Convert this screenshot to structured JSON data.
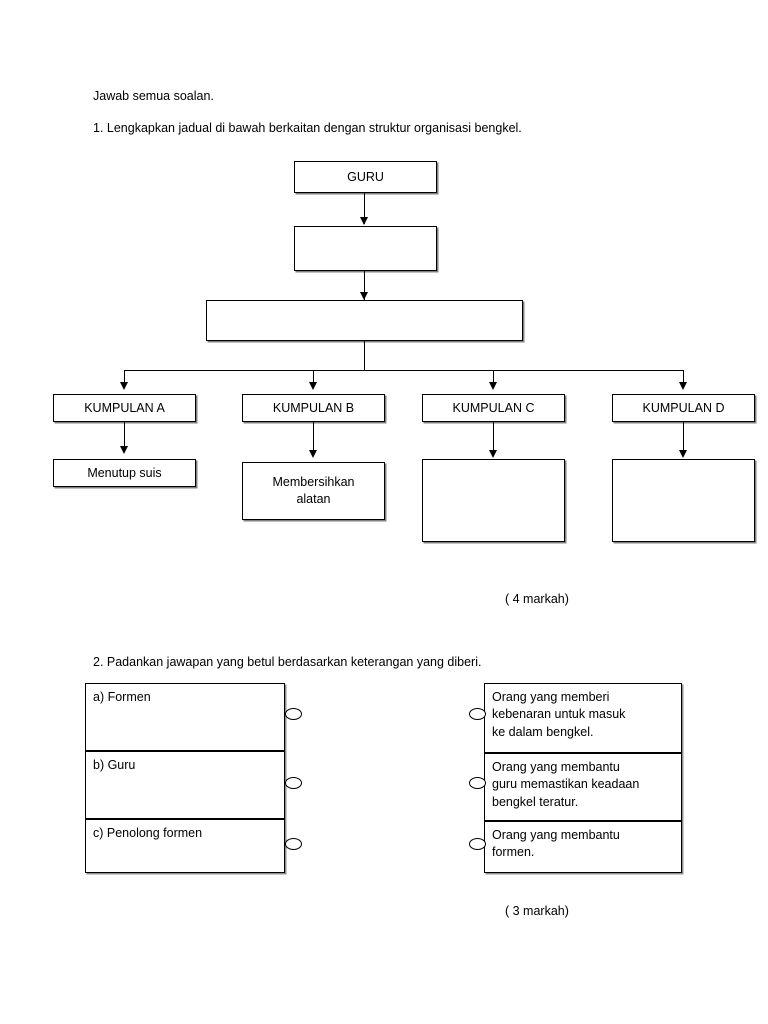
{
  "document": {
    "instruction": "Jawab semua soalan.",
    "question1": {
      "text": "1. Lengkapkan jadual di bawah berkaitan dengan struktur organisasi bengkel.",
      "marks": "( 4 markah)",
      "chart": {
        "level1": "GURU",
        "level2": "",
        "level3": "",
        "groups": [
          "KUMPULAN  A",
          "KUMPULAN  B",
          "KUMPULAN  C",
          "KUMPULAN  D"
        ],
        "tasks": [
          "Menutup suis",
          "Membersihkan\nalatan",
          "",
          ""
        ]
      }
    },
    "question2": {
      "text": "2. Padankan jawapan yang betul berdasarkan keterangan yang diberi.",
      "marks": "( 3 markah)",
      "left_items": [
        "a) Formen",
        "b) Guru",
        "c) Penolong formen"
      ],
      "right_items": [
        "Orang yang memberi\nkebenaran untuk masuk\nke dalam bengkel.",
        "Orang yang membantu\nguru memastikan keadaan\nbengkel teratur.",
        "Orang yang membantu\nformen."
      ]
    }
  }
}
